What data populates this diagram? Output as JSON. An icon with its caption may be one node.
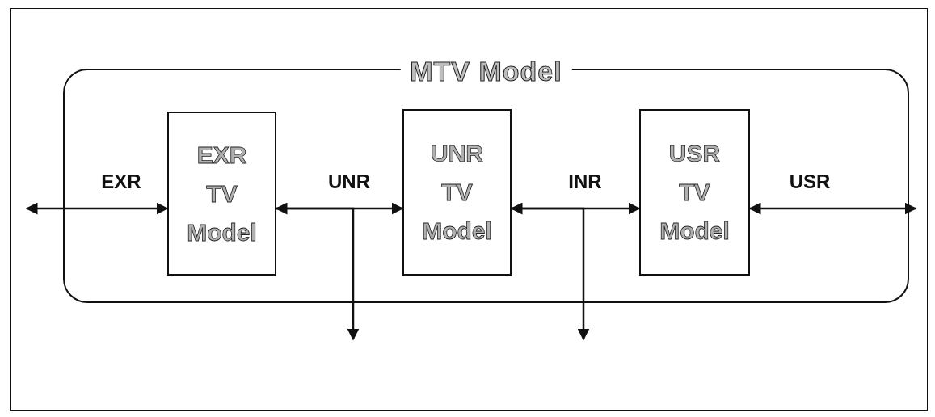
{
  "diagram": {
    "nodes": [
      {
        "text": [
          "MTV Model"
        ]
      },
      {
        "text": [
          "EXR TV Model"
        ],
        "in": 0
      },
      {
        "text": [
          "UNR TV Model"
        ],
        "in": 0
      },
      {
        "text": [
          "USR TV Model"
        ],
        "in": 0
      }
    ],
    "edges": [
      {
        "from": null,
        "to": 1,
        "arrow": "both",
        "label": "EXR"
      },
      {
        "from": 1,
        "to": 2,
        "arrow": "both",
        "label": "UNR"
      },
      {
        "from": 1,
        "to": null,
        "arrow": "to"
      },
      {
        "from": 2,
        "to": 3,
        "arrow": "both",
        "label": "INR"
      },
      {
        "from": 2,
        "to": null,
        "arrow": "to"
      },
      {
        "from": 3,
        "to": null,
        "arrow": "both",
        "label": "USR"
      }
    ]
  }
}
